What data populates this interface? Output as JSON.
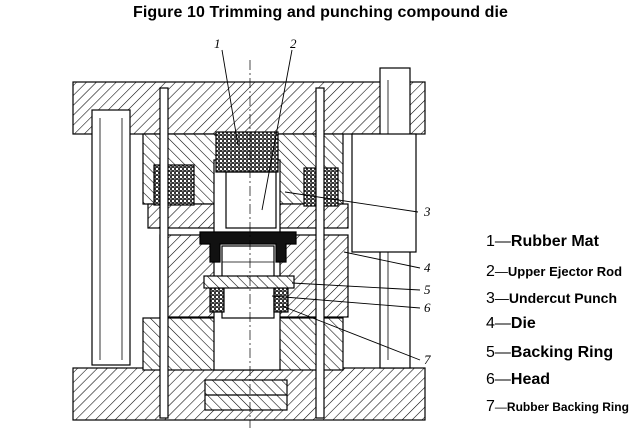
{
  "title": "Figure 10 Trimming and punching compound die",
  "callouts": [
    "1",
    "2",
    "3",
    "4",
    "5",
    "6",
    "7"
  ],
  "legend": [
    {
      "num": "1",
      "label": "Rubber Mat"
    },
    {
      "num": "2",
      "label": "Upper Ejector Rod"
    },
    {
      "num": "3",
      "label": "Undercut Punch"
    },
    {
      "num": "4",
      "label": "Die"
    },
    {
      "num": "5",
      "label": "Backing Ring"
    },
    {
      "num": "6",
      "label": "Head"
    },
    {
      "num": "7",
      "label": "Rubber Backing Ring"
    }
  ]
}
